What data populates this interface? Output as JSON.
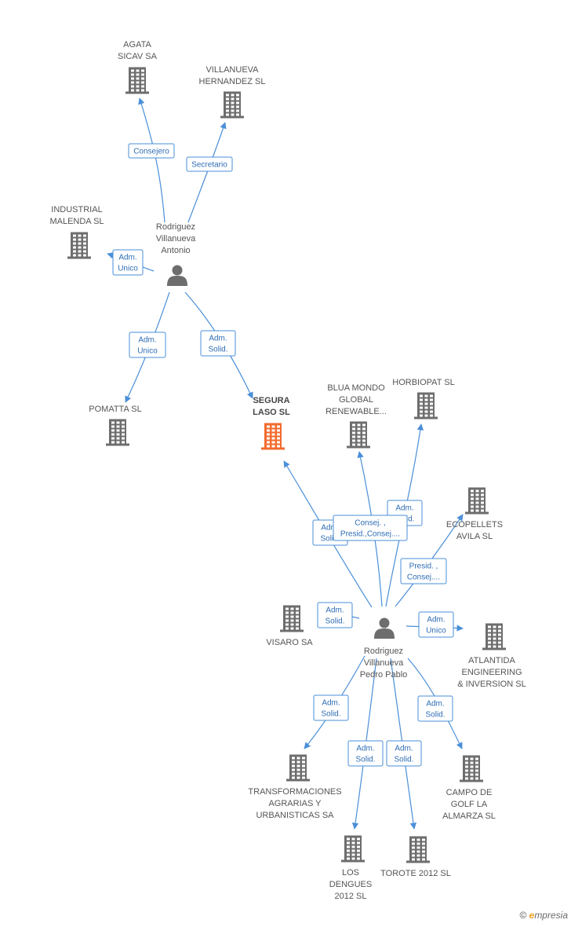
{
  "nodes": [
    {
      "id": "agata",
      "type": "company",
      "lines": [
        "AGATA",
        "SICAV SA"
      ]
    },
    {
      "id": "villanueva_hernandez",
      "type": "company",
      "lines": [
        "VILLANUEVA",
        "HERNANDEZ SL"
      ]
    },
    {
      "id": "industrial_malenda",
      "type": "company",
      "lines": [
        "INDUSTRIAL",
        "MALENDA SL"
      ]
    },
    {
      "id": "antonio",
      "type": "person",
      "lines": [
        "Rodriguez",
        "Villanueva",
        "Antonio"
      ]
    },
    {
      "id": "pomatta",
      "type": "company",
      "lines": [
        "POMATTA SL"
      ]
    },
    {
      "id": "segura",
      "type": "company",
      "focus": true,
      "lines": [
        "SEGURA",
        "LASO SL"
      ]
    },
    {
      "id": "blua",
      "type": "company",
      "lines": [
        "BLUA MONDO",
        "GLOBAL",
        "RENEWABLE..."
      ]
    },
    {
      "id": "horbiopat",
      "type": "company",
      "lines": [
        "HORBIOPAT SL"
      ]
    },
    {
      "id": "ecopellets",
      "type": "company",
      "lines": [
        "ECOPELLETS",
        "AVILA  SL"
      ]
    },
    {
      "id": "visaro",
      "type": "company",
      "lines": [
        "VISARO SA"
      ]
    },
    {
      "id": "pedro",
      "type": "person",
      "lines": [
        "Rodriguez",
        "Villanueva",
        "Pedro Pablo"
      ]
    },
    {
      "id": "atlantida",
      "type": "company",
      "lines": [
        "ATLANTIDA",
        "ENGINEERING",
        "& INVERSION SL"
      ]
    },
    {
      "id": "transformaciones",
      "type": "company",
      "lines": [
        "TRANSFORMACIONES",
        "AGRARIAS Y",
        "URBANISTICAS SA"
      ]
    },
    {
      "id": "campo",
      "type": "company",
      "lines": [
        "CAMPO DE",
        "GOLF LA",
        "ALMARZA SL"
      ]
    },
    {
      "id": "los_dengues",
      "type": "company",
      "lines": [
        "LOS",
        "DENGUES",
        "2012 SL"
      ]
    },
    {
      "id": "torote",
      "type": "company",
      "lines": [
        "TOROTE 2012 SL"
      ]
    }
  ],
  "edges": [
    {
      "from": "antonio",
      "to": "agata",
      "lines": [
        "Consejero"
      ]
    },
    {
      "from": "antonio",
      "to": "villanueva_hernandez",
      "lines": [
        "Secretario"
      ]
    },
    {
      "from": "antonio",
      "to": "industrial_malenda",
      "lines": [
        "Adm.",
        "Unico"
      ]
    },
    {
      "from": "antonio",
      "to": "pomatta",
      "lines": [
        "Adm.",
        "Unico"
      ]
    },
    {
      "from": "antonio",
      "to": "segura",
      "lines": [
        "Adm.",
        "Solid."
      ]
    },
    {
      "from": "pedro",
      "to": "segura",
      "lines": [
        "Adm.",
        "Solid."
      ]
    },
    {
      "from": "pedro",
      "to": "horbiopat",
      "lines": [
        "Adm.",
        "Solid."
      ]
    },
    {
      "from": "pedro",
      "to": "blua",
      "lines": [
        "Consej. ,",
        "Presid.,Consej...."
      ]
    },
    {
      "from": "pedro",
      "to": "ecopellets",
      "lines": [
        "Presid. ,",
        "Consej...."
      ]
    },
    {
      "from": "pedro",
      "to": "visaro",
      "lines": [
        "Adm.",
        "Solid."
      ]
    },
    {
      "from": "pedro",
      "to": "atlantida",
      "lines": [
        "Adm.",
        "Unico"
      ]
    },
    {
      "from": "pedro",
      "to": "transformaciones",
      "lines": [
        "Adm.",
        "Solid."
      ]
    },
    {
      "from": "pedro",
      "to": "los_dengues",
      "lines": [
        "Adm.",
        "Solid."
      ]
    },
    {
      "from": "pedro",
      "to": "torote",
      "lines": [
        "Adm.",
        "Solid."
      ]
    },
    {
      "from": "pedro",
      "to": "campo",
      "lines": [
        "Adm.",
        "Solid."
      ]
    }
  ],
  "colors": {
    "edge": "#4a8fd8",
    "company": "#6d6d6d",
    "focus": "#f26b2d",
    "person": "#6d6d6d"
  },
  "footer": {
    "copyright": "©",
    "brand_initial": "e",
    "brand_rest": "mpresia"
  }
}
